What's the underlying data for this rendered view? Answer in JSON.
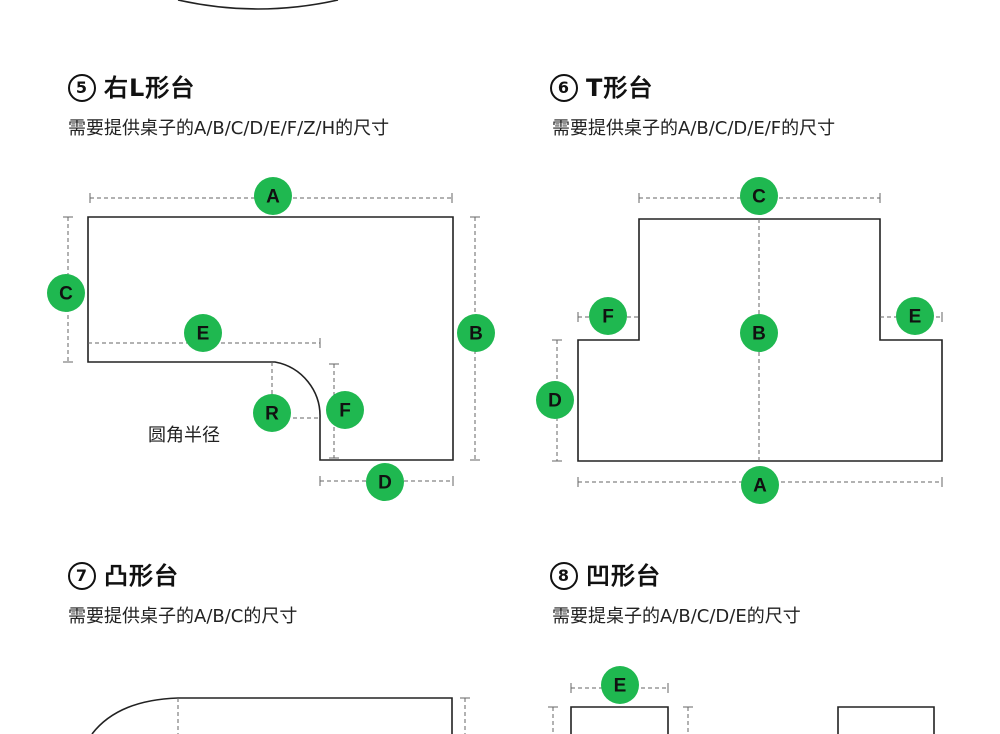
{
  "sections": [
    {
      "num": "5",
      "title": "右L形台",
      "subtitle": "需要提供桌子的A/B/C/D/E/F/Z/H的尺寸",
      "labels": [
        "A",
        "B",
        "C",
        "D",
        "E",
        "F",
        "R"
      ],
      "annotation": "圆角半径"
    },
    {
      "num": "6",
      "title": "T形台",
      "subtitle": "需要提供桌子的A/B/C/D/E/F的尺寸",
      "labels": [
        "A",
        "B",
        "C",
        "D",
        "E",
        "F"
      ]
    },
    {
      "num": "7",
      "title": "凸形台",
      "subtitle": "需要提供桌子的A/B/C的尺寸"
    },
    {
      "num": "8",
      "title": "凹形台",
      "subtitle": "需要提桌子的A/B/C/D/E的尺寸",
      "labels": [
        "E"
      ]
    }
  ],
  "colors": {
    "badge": "#1fb850",
    "outline": "#222222",
    "dimension": "#666666"
  }
}
